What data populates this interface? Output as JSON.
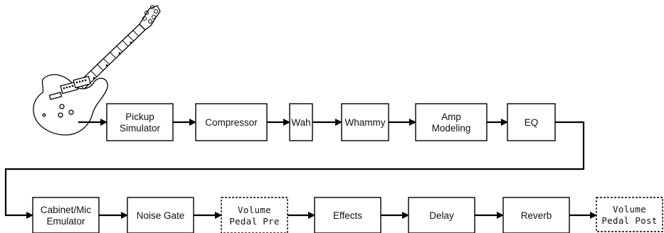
{
  "nodes": [
    {
      "id": "pickup",
      "lines": [
        "Pickup",
        "Simulator"
      ]
    },
    {
      "id": "comp",
      "lines": [
        "Compressor"
      ]
    },
    {
      "id": "wah",
      "lines": [
        "Wah"
      ]
    },
    {
      "id": "whammy",
      "lines": [
        "Whammy"
      ]
    },
    {
      "id": "amp",
      "lines": [
        "Amp",
        "Modeling"
      ]
    },
    {
      "id": "eq",
      "lines": [
        "EQ"
      ]
    },
    {
      "id": "cab",
      "lines": [
        "Cabinet/Mic",
        "Emulator"
      ]
    },
    {
      "id": "gate",
      "lines": [
        "Noise Gate"
      ]
    },
    {
      "id": "volpre",
      "lines": [
        "Volume",
        "Pedal Pre"
      ],
      "dashed": true
    },
    {
      "id": "effects",
      "lines": [
        "Effects"
      ]
    },
    {
      "id": "delay",
      "lines": [
        "Delay"
      ]
    },
    {
      "id": "reverb",
      "lines": [
        "Reverb"
      ]
    },
    {
      "id": "volpost",
      "lines": [
        "Volume",
        "Pedal Post"
      ],
      "dashed": true
    }
  ],
  "edges": [
    [
      "guitar",
      "pickup"
    ],
    [
      "pickup",
      "comp"
    ],
    [
      "comp",
      "wah"
    ],
    [
      "wah",
      "whammy"
    ],
    [
      "whammy",
      "amp"
    ],
    [
      "amp",
      "eq"
    ],
    [
      "eq",
      "cab"
    ],
    [
      "cab",
      "gate"
    ],
    [
      "gate",
      "volpre"
    ],
    [
      "volpre",
      "effects"
    ],
    [
      "effects",
      "delay"
    ],
    [
      "delay",
      "reverb"
    ],
    [
      "reverb",
      "volpost"
    ]
  ],
  "icons": {
    "guitar": "electric-guitar-icon"
  }
}
